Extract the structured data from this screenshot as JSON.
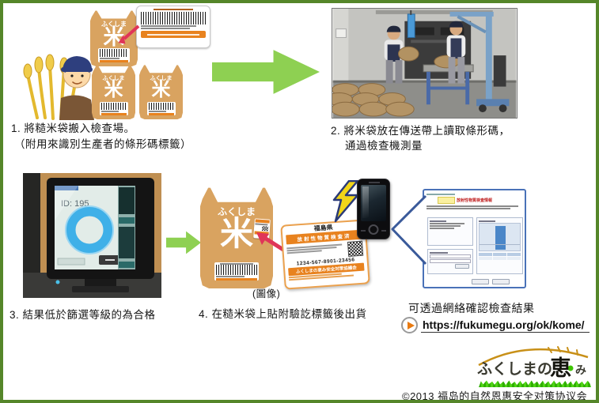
{
  "bag": {
    "brand": "ふくしま",
    "kanji": "米"
  },
  "step1": {
    "caption1": "1. 將糙米袋搬入檢查場。",
    "caption2": "（附用來識別生產者的條形碼標籤）"
  },
  "step2": {
    "caption1": "2. 將米袋放在傳送帶上讀取條形碼，",
    "caption2": "通過檢查機測量"
  },
  "step3": {
    "caption": "3. 結果低於篩選等級的為合格",
    "monitor_id": "ID: 195"
  },
  "step4": {
    "caption": "4. 在糙米袋上貼附驗訖標籤後出貨",
    "image_note": "(圖像)",
    "label": {
      "prefecture": "福島県",
      "band": "放射性物質検査済",
      "number": "1234-567-8901-23456",
      "org": "ふくしまの恵み安全対策協議会"
    }
  },
  "step5": {
    "caption": "可透過網絡確認檢查結果",
    "url": "https://fukumegu.org/ok/kome/",
    "webpage_title": "放射性物質検査情報"
  },
  "footer": {
    "logo_part1": "ふくしまの",
    "logo_part2": "恵",
    "logo_part3": "み",
    "copyright": "©2013 福岛的自然恩惠安全对策协议会"
  },
  "colors": {
    "frame_green": "#55862a",
    "arrow_green": "#8ed052",
    "bag_tan": "#d9a360",
    "label_orange": "#e8821e",
    "accent_red": "#e03558"
  }
}
